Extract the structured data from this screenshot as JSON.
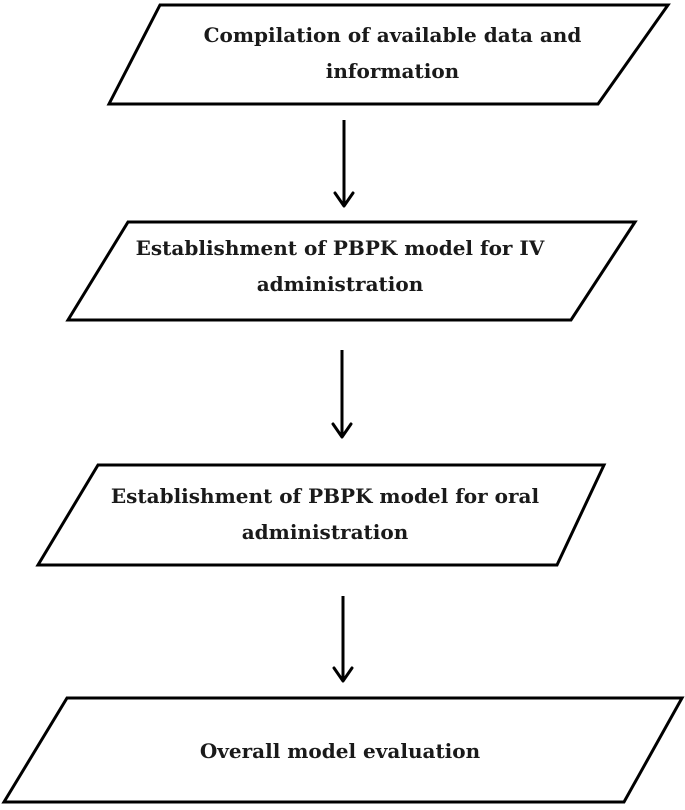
{
  "flowchart": {
    "steps": [
      {
        "label": "Compilation of available data and information"
      },
      {
        "label": "Establishment of PBPK model for IV administration"
      },
      {
        "label": "Establishment of PBPK model for oral administration"
      },
      {
        "label": "Overall model evaluation"
      }
    ],
    "colors": {
      "stroke": "#000000",
      "fill": "#ffffff",
      "text": "#1a1a1a"
    }
  }
}
